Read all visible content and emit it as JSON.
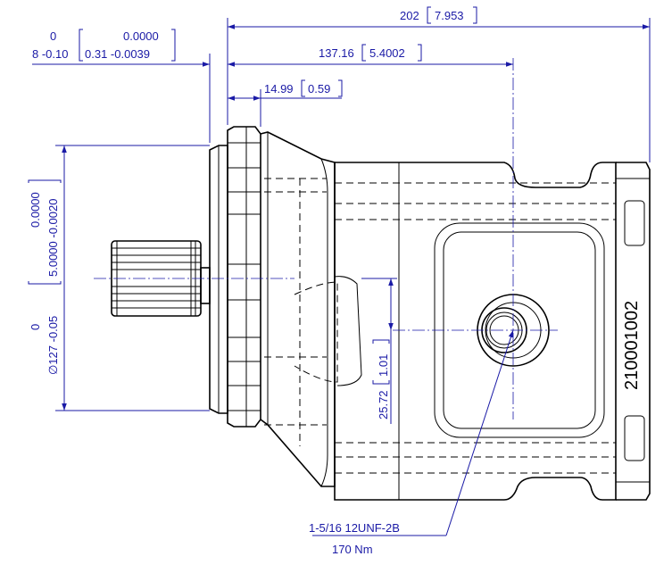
{
  "dimensions": {
    "overall_length": {
      "mm": "202",
      "in": "7.953"
    },
    "port_position": {
      "mm": "137.16",
      "in": "5.4002"
    },
    "flange_thickness": {
      "mm": "14.99",
      "in": "0.59"
    },
    "pilot_length": {
      "upper_mm": "0",
      "lower_mm": "8 -0.10",
      "upper_in": "0.0000",
      "lower_in": "0.31 -0.0039"
    },
    "pilot_diameter": {
      "mm_upper": "0",
      "mm_lower": "∅127 -0.05",
      "in_upper": "0.0000",
      "in_lower": "5.0000 -0.0020"
    },
    "port_offset": {
      "mm": "25.72",
      "in": "1.01"
    }
  },
  "port_callout": {
    "thread": "1-5/16 12UNF-2B",
    "torque": "170 Nm"
  },
  "part_number": "210001002",
  "colors": {
    "dimension": "#1a1aa6",
    "outline": "#000000"
  }
}
